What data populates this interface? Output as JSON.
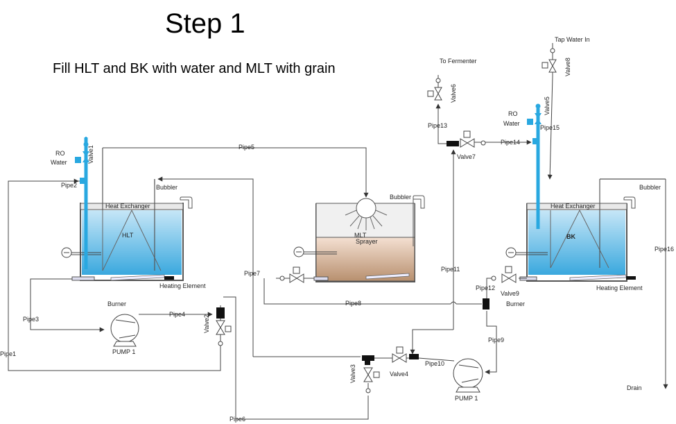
{
  "header": {
    "title": "Step 1",
    "subtitle": "Fill HLT and BK with water and MLT with grain"
  },
  "vessels": {
    "hlt": {
      "name": "HLT",
      "heat_exchanger": "Heat Exchanger",
      "bubbler": "Bubbler",
      "heating_element": "Heating Element",
      "ro_water": [
        "RO",
        "Water"
      ]
    },
    "mlt": {
      "name": "MLT",
      "sprayer": "Sprayer",
      "bubbler": "Bubbler"
    },
    "bk": {
      "name": "BK",
      "heat_exchanger": "Heat Exchanger",
      "bubbler": "Bubbler",
      "heating_element": "Heating Element",
      "ro_water": [
        "RO",
        "Water"
      ]
    }
  },
  "pipes": {
    "pipe1": "Pipe1",
    "pipe2": "Pipe2",
    "pipe3": "Pipe3",
    "pipe4": "Pipe4",
    "pipe5": "Pipe5",
    "pipe6": "Pipe6",
    "pipe7": "Pipe7",
    "pipe8": "Pipe8",
    "pipe9": "Pipe9",
    "pipe10": "Pipe10",
    "pipe11": "Pipe11",
    "pipe12": "Pipe12",
    "pipe13": "Pipe13",
    "pipe14": "Pipe14",
    "pipe15": "Pipe15",
    "pipe16": "Pipe16"
  },
  "valves": {
    "valve1": "Valve1",
    "valve2": "Valve2",
    "valve3": "Valve3",
    "valve4": "Valve4",
    "valve5": "Valve5",
    "valve6": "Valve6",
    "valve7": "Valve7",
    "valve8": "Valve8",
    "valve9": "Valve9"
  },
  "pumps": {
    "pump_left": "PUMP 1",
    "pump_right": "PUMP 1",
    "burner_left": "Burner",
    "burner_right": "Burner"
  },
  "endpoints": {
    "to_fermenter": "To Fermenter",
    "tap_water_in": "Tap Water In",
    "drain": "Drain"
  },
  "colors": {
    "water_top": "#b9e0f5",
    "water_bottom": "#3aaae0",
    "grain_top": "#f2dccb",
    "grain_bottom": "#b58e70",
    "active_pipe": "#29a8e0",
    "line": "#333333"
  }
}
